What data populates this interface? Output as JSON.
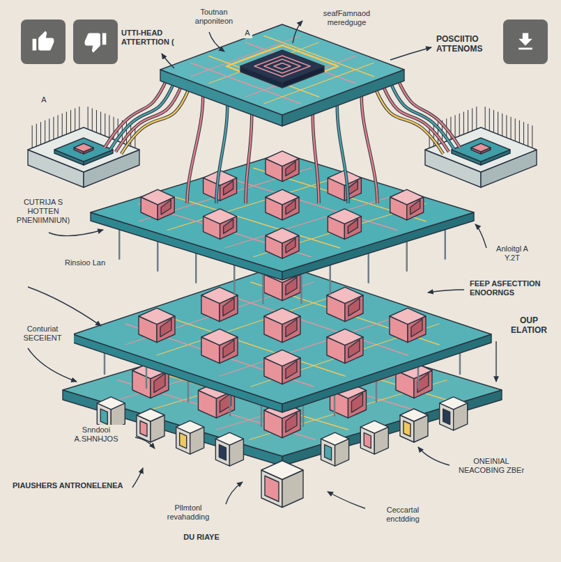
{
  "diagram": {
    "labels": [
      "Toutnan anponiteon",
      "A",
      "seafFamnaod meredguge",
      "UTTI-HEAD ATTERTTION (",
      "POSCIITIO ATTENOMS",
      "A",
      "CUTRIJA S HOTTEN PNENIIMNIUN)",
      "Anloitgl A Y.2T",
      "Rinsioo Lan",
      "FEEP ASFECTTION ENOORNGS",
      "Conturiat SECEIENT",
      "OUP ELATIOR",
      "Snndooi A.SHNHJOS",
      "ONEINIAL NEACOBING ZBEr",
      "PIAUSHERS ANTRONELENEA",
      "Pllmtonl revahadding",
      "Ceccartal enctdding",
      "DU RIAYE"
    ]
  }
}
